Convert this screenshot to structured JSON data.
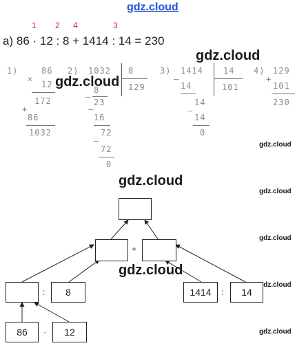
{
  "watermark": "gdz.cloud",
  "order_marks": [
    "1",
    "2",
    "4",
    "3"
  ],
  "expression": {
    "label": "а)",
    "text": "86 · 12 : 8 + 1414 : 14 = 230"
  },
  "calculations": {
    "c1": {
      "num": "1)",
      "op": "×",
      "a": "86",
      "b": "12",
      "p1": "172",
      "plus": "+",
      "p2": "86",
      "result": "1032"
    },
    "c2": {
      "num": "2)",
      "dividend": "1032",
      "divisor": "8",
      "quotient": "129",
      "steps": [
        "8",
        "23",
        "16",
        "72",
        "72",
        "0"
      ],
      "minus": "–"
    },
    "c3": {
      "num": "3)",
      "dividend": "1414",
      "divisor": "14",
      "quotient": "101",
      "steps": [
        "14",
        "14",
        "14",
        "0"
      ],
      "minus": "–"
    },
    "c4": {
      "num": "4)",
      "op": "+",
      "a": "129",
      "b": "101",
      "result": "230"
    }
  },
  "tree": {
    "leaf_a": "86",
    "leaf_b": "12",
    "op_mul": "·",
    "op_div1": ":",
    "divisor_1": "8",
    "op_plus": "+",
    "dividend_2": "1414",
    "op_div2": ":",
    "divisor_2": "14"
  }
}
